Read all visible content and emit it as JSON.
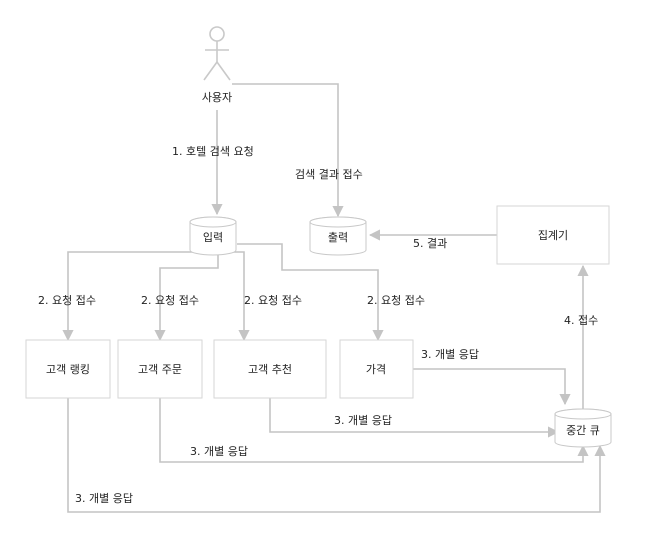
{
  "diagram": {
    "actor": {
      "label": "사용자"
    },
    "nodes": {
      "input": "입력",
      "output": "출력",
      "aggregator": "집계기",
      "queue": "중간 큐",
      "ranking": "고객 랭킹",
      "order": "고객 주문",
      "recommend": "고객 추천",
      "price": "가격"
    },
    "edges": {
      "hotel_search_request": "1. 호텔 검색 요청",
      "search_result_receive": "검색 결과 접수",
      "result": "5. 결과",
      "receive_4": "4. 접수",
      "req_ranking": "2. 요청 접수",
      "req_order": "2. 요청 접수",
      "req_recommend": "2. 요청 접수",
      "req_price": "2. 요청 접수",
      "resp_price": "3. 개별 응답",
      "resp_recommend": "3. 개별 응답",
      "resp_order": "3. 개별 응답",
      "resp_ranking": "3. 개별 응답"
    },
    "colors": {
      "edge": "#c4c4c4",
      "border": "#d6d6d6",
      "text": "#222222"
    }
  }
}
